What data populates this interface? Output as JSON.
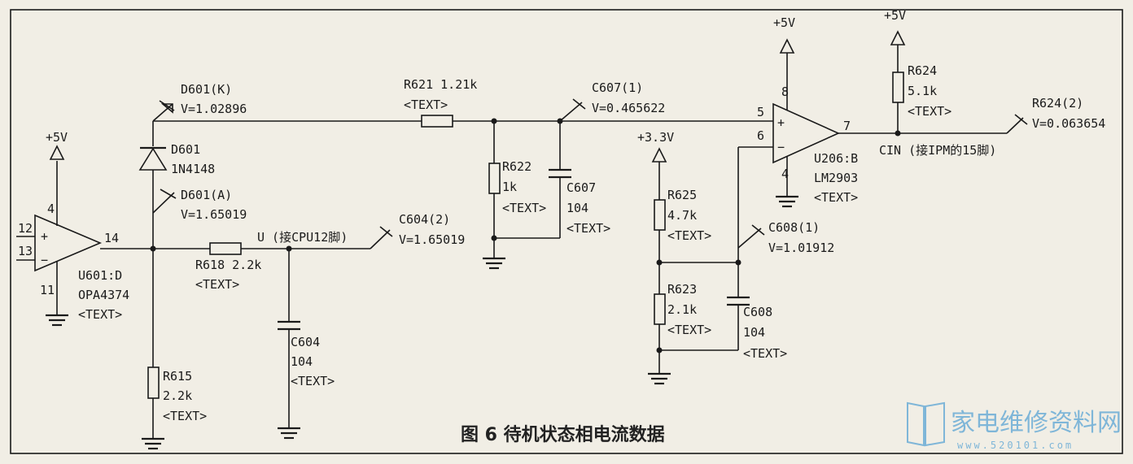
{
  "labels": {
    "vcc_u601": "+5V",
    "u601_p4": "4",
    "u601_p12": "12",
    "u601_p13": "13",
    "u601_p11": "11",
    "u601_p14": "14",
    "u601_name": "U601:D",
    "u601_part": "OPA4374",
    "u601_text": "<TEXT>",
    "d601k_probe": "D601(K)",
    "d601k_v": "V=1.02896",
    "d601_name": "D601",
    "d601_part": "1N4148",
    "d601a_probe": "D601(A)",
    "d601a_v": "V=1.65019",
    "r618_name": "R618 2.2k",
    "r618_text": "<TEXT>",
    "u_node": "U (接CPU12脚)",
    "c604p_probe": "C604(2)",
    "c604p_v": "V=1.65019",
    "c604_name": "C604",
    "c604_val": "104",
    "c604_text": "<TEXT>",
    "r615_name": "R615",
    "r615_val": "2.2k",
    "r615_text": "<TEXT>",
    "r621_name": "R621 1.21k",
    "r621_text": "<TEXT>",
    "c607p_probe": "C607(1)",
    "c607p_v": "V=0.465622",
    "r622_name": "R622",
    "r622_val": "1k",
    "r622_text": "<TEXT>",
    "c607_name": "C607",
    "c607_val": "104",
    "c607_text": "<TEXT>",
    "vcc33": "+3.3V",
    "r625_name": "R625",
    "r625_val": "4.7k",
    "r625_text": "<TEXT>",
    "c608p_probe": "C608(1)",
    "c608p_v": "V=1.01912",
    "r623_name": "R623",
    "r623_val": "2.1k",
    "r623_text": "<TEXT>",
    "c608_name": "C608",
    "c608_val": "104",
    "c608_text": "<TEXT>",
    "vcc_u206": "+5V",
    "u206_p8": "8",
    "u206_p5": "5",
    "u206_p6": "6",
    "u206_p4": "4",
    "u206_p7": "7",
    "u206_name": "U206:B",
    "u206_part": "LM2903",
    "u206_text": "<TEXT>",
    "vcc_r624": "+5V",
    "r624_name": "R624",
    "r624_val": "5.1k",
    "r624_text": "<TEXT>",
    "cin": "CIN (接IPM的15脚)",
    "r624p_probe": "R624(2)",
    "r624p_v": "V=0.063654",
    "plus1": "+",
    "minus1": "−",
    "plus2": "+",
    "minus2": "−"
  },
  "caption": "图 6 待机状态相电流数据",
  "watermark": {
    "text": "家电维修资料网",
    "url": "www.520101.com"
  },
  "colors": {
    "ink": "#1a1a1a",
    "paper": "#f1eee5",
    "watermark": "#7fb6d8"
  }
}
